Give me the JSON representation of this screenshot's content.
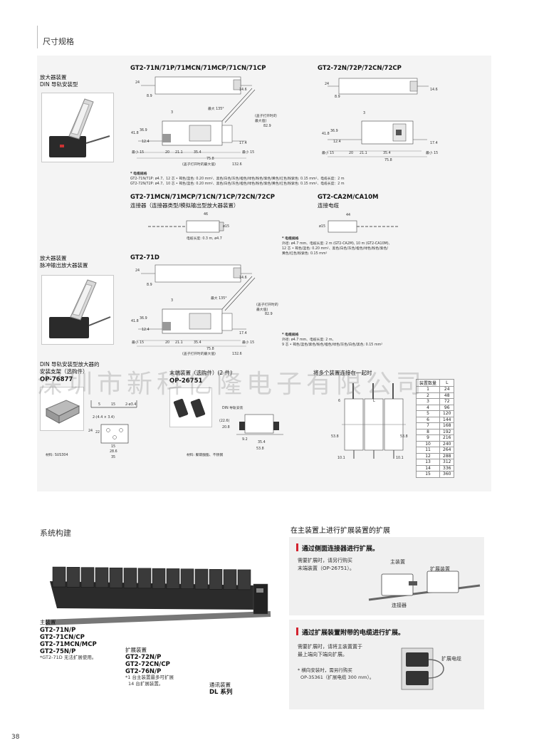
{
  "header": {
    "section_title": "尺寸规格"
  },
  "specs": {
    "unit1": {
      "title_line1": "放大器装置",
      "title_line2": "DIN 导轨安装型",
      "model_a": "GT2-71N/71P/71MCN/71MCP/71CN/71CP",
      "model_b": "GT2-72N/72P/72CN/72CP",
      "cable_title": "* 电缆规格",
      "cable_line1": "GT2-71N/71P: ø4.7、12 芯 • 褐色/蓝色: 0.20 mm²、黑色/白色/灰色/橙色/绿色/粉色/紫色/黄色/红色/粉紫色: 0.15 mm²、电缆长度：2 m",
      "cable_line2": "GT2-72N/72P: ø4.7、10 芯 • 褐色/蓝色: 0.20 mm²、黑色/白色/灰色/橙色/绿色/粉色/紫色/黄色/红色/粉紫色: 0.15 mm²、电缆长度：2 m"
    },
    "connectors": {
      "title_a": "GT2-71MCN/71MCP/71CN/71CP/72CN/72CP",
      "sub_a": "连接器（连接器类型/模拟输出型放大器装置）",
      "title_b": "GT2-CA2M/CA10M",
      "sub_b": "连接电缆",
      "cable_len_note": "电缆长度: 0.3 m, ø4.7",
      "cable_title": "* 电缆规格",
      "cable_line1": "外径: ø4.7 mm、电缆长度: 2 m (GT2-CA2M), 10 m (GT2-CA10M)、",
      "cable_line2": "12 芯 • 褐色/蓝色: 0.20 mm²、黑色/白色/灰色/橙色/绿色/粉色/紫色/",
      "cable_line3": "黄色/红色/粉紫色: 0.15 mm²"
    },
    "unit2": {
      "title_line1": "放大器装置",
      "title_line2": "脉冲输出放大器装置",
      "model": "GT2-71D",
      "cable_title": "* 电缆规格",
      "cable_line1": "外径: ø4.7 mm、电缆长度: 2 m、",
      "cable_line2": "9 芯 • 褐色/蓝色/紫色/粉色/橙色/绿色/灰色/白色/黑色: 0.15 mm²"
    },
    "dims": {
      "d24": "24",
      "d14_6": "14.6",
      "d8_9": "8.9",
      "d3": "3",
      "max135": "最大 135°",
      "d41_8": "41.8",
      "d36_9": "36.9",
      "d12_4": "12.4",
      "d17_4": "17.4",
      "min15": "最小 15",
      "d20": "20",
      "d21_1": "21.1",
      "d35_4": "35.4",
      "d75_8": "75.8",
      "d132_6": "132.6",
      "d82_9": "82.9",
      "open_max": "(盖子打开时的最大值)",
      "open_max_side": "(盖子打开时的最大值)",
      "d46": "46",
      "d44": "44",
      "phi15": "ø15"
    },
    "accessories": {
      "din_title_line1": "DIN 导轨安装型放大器的",
      "din_title_line2": "安装支架（选购件）",
      "din_model": "OP-76877",
      "din_material": "材料: SUS304",
      "end_title": "末端装置（选购件）(2 件)",
      "end_model": "OP-26751",
      "end_material": "材料: 聚碳酸酯、不锈钢",
      "din_rail": "DIN 导轨安装",
      "multi_title": "将多个装置连接在一起时",
      "d2_3_4": "2-ø3.4",
      "d2_44x34": "2-(4.4 × 3.4)",
      "d15": "15",
      "d28_6": "28.6",
      "d35": "35",
      "d22": "22",
      "d5": "5",
      "d22_6": "(22.6)",
      "d20_8": "20.8",
      "d9_2": "9.2",
      "d35_4": "35.4",
      "d53_8": "53.8",
      "d6": "6",
      "d10_1": "10.1",
      "dL": "L"
    },
    "count_table": {
      "header": [
        "装置数量",
        "L"
      ],
      "rows": [
        [
          "1",
          "24"
        ],
        [
          "2",
          "48"
        ],
        [
          "3",
          "72"
        ],
        [
          "4",
          "96"
        ],
        [
          "5",
          "120"
        ],
        [
          "6",
          "144"
        ],
        [
          "7",
          "168"
        ],
        [
          "8",
          "192"
        ],
        [
          "9",
          "216"
        ],
        [
          "10",
          "240"
        ],
        [
          "11",
          "264"
        ],
        [
          "12",
          "288"
        ],
        [
          "13",
          "312"
        ],
        [
          "14",
          "336"
        ],
        [
          "15",
          "360"
        ]
      ]
    }
  },
  "watermark": "深圳市新科亿隆电子有限公司",
  "system": {
    "title": "系统构建",
    "main_unit_label": "主装置",
    "main_models": [
      "GT2-71N/P",
      "GT2-71CN/CP",
      "GT2-71MCN/MCP",
      "GT2-75N/P"
    ],
    "main_note": "*GT2-71D 无法扩展使用。",
    "ext_label": "扩展装置",
    "ext_models": [
      "GT2-72N/P",
      "GT2-72CN/CP",
      "GT2-76N/P"
    ],
    "ext_note_line1": "*1 台主装置最多可扩展",
    "ext_note_line2": "14 台扩展装置。",
    "comm_label": "通讯装置",
    "comm_model": "DL 系列"
  },
  "expansion": {
    "title": "在主装置上进行扩展装置的扩展",
    "method1_title": "通过侧面连接器进行扩展。",
    "method1_line1": "需要扩展时，请另行购买",
    "method1_line2": "末端装置（OP-26751）。",
    "method1_main": "主装置",
    "method1_ext": "扩展装置",
    "method1_conn": "连接器",
    "method2_title": "通过扩展装置附带的电缆进行扩展。",
    "method2_line1": "需要扩展时，请将主装置置于",
    "method2_line2": "最上端向下端向扩展。",
    "method2_note1": "* 横向安装时，需另行购买",
    "method2_note2": "OP-35361（扩展电缆 300 mm）。",
    "method2_cable": "扩展电缆"
  },
  "page_number": "38"
}
